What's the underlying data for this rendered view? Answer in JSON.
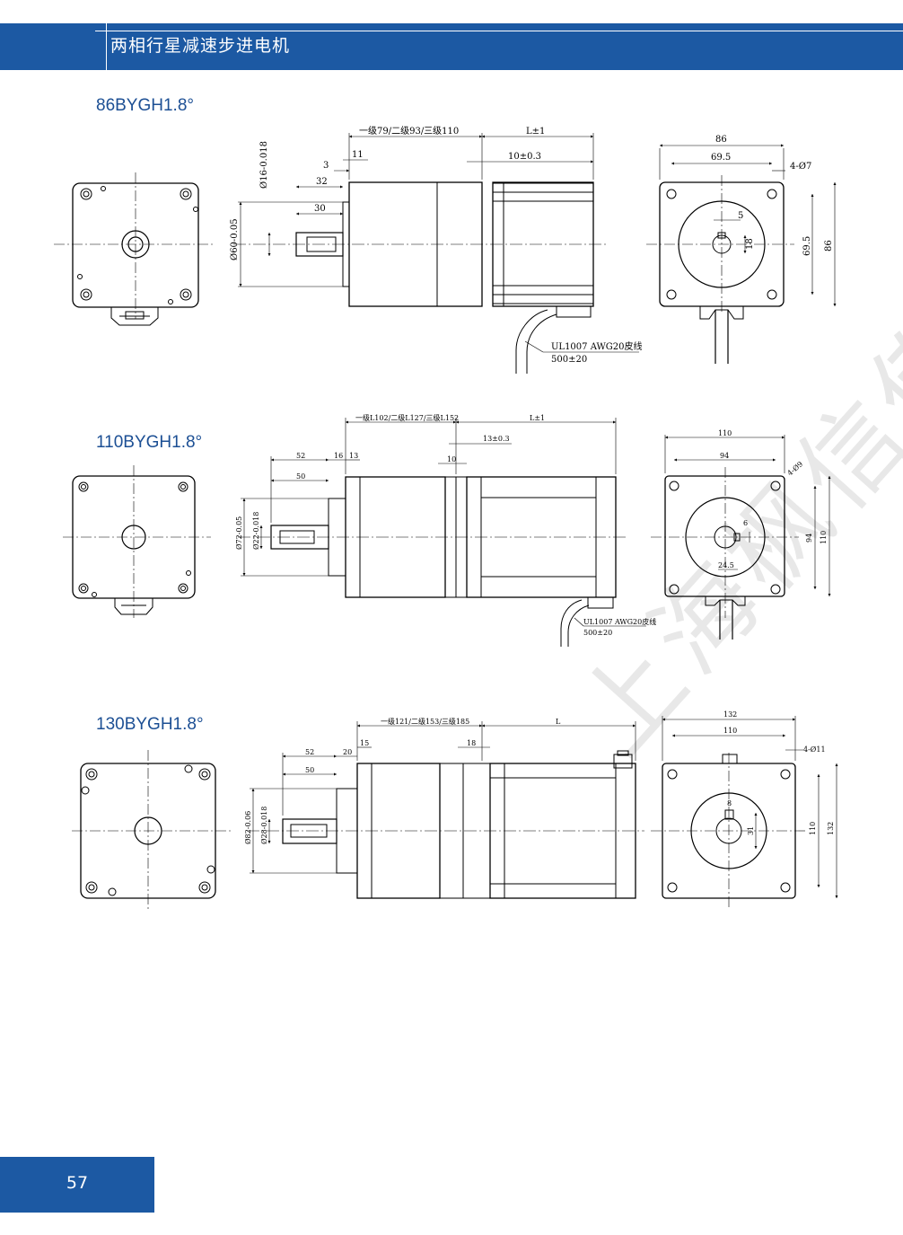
{
  "header": {
    "title": "两相行星减速步进电机"
  },
  "models": [
    {
      "name": "86BYGH1.8°",
      "side": {
        "gear_len": "一级79/二级93/三级110",
        "motor_len": "L±1",
        "d11": "11",
        "d3": "3",
        "d32": "32",
        "d30": "30",
        "d10": "10±0.3",
        "shaft_dia": "Ø16-0.018",
        "pilot_dia": "Ø60-0.05",
        "cable1": "UL1007 AWG20皮线",
        "cable2": "500±20"
      },
      "end": {
        "w_outer": "86",
        "w_inner": "69.5",
        "holes": "4-Ø7",
        "key": "5",
        "keyh": "18",
        "h_inner": "69.5",
        "h_outer": "86"
      }
    },
    {
      "name": "110BYGH1.8°",
      "side": {
        "gear_len": "一级L102/二级L127/三级L152",
        "motor_len": "L±1",
        "d52": "52",
        "d16": "16",
        "d13": "13",
        "d50": "50",
        "d10": "10",
        "d133": "13±0.3",
        "pilot_dia": "Ø72-0.05",
        "shaft_dia": "Ø22-0.018",
        "cable1": "UL1007 AWG20皮线",
        "cable2": "500±20"
      },
      "end": {
        "w_outer": "110",
        "w_inner": "94",
        "holes": "4-Ø9",
        "key": "6",
        "keyh": "24.5",
        "h_inner": "94",
        "h_outer": "110"
      }
    },
    {
      "name": "130BYGH1.8°",
      "side": {
        "gear_len": "一级121/二级153/三级185",
        "motor_len": "L",
        "d52": "52",
        "d20": "20",
        "d15": "15",
        "d18": "18",
        "d50": "50",
        "pilot_dia": "Ø82-0.06",
        "shaft_dia": "Ø28-0.018"
      },
      "end": {
        "w_outer": "132",
        "w_inner": "110",
        "holes": "4-Ø11",
        "key": "8",
        "keyh": "31",
        "h_inner": "110",
        "h_outer": "132"
      }
    }
  ],
  "watermark": "上海枫信传动",
  "page_number": "57"
}
